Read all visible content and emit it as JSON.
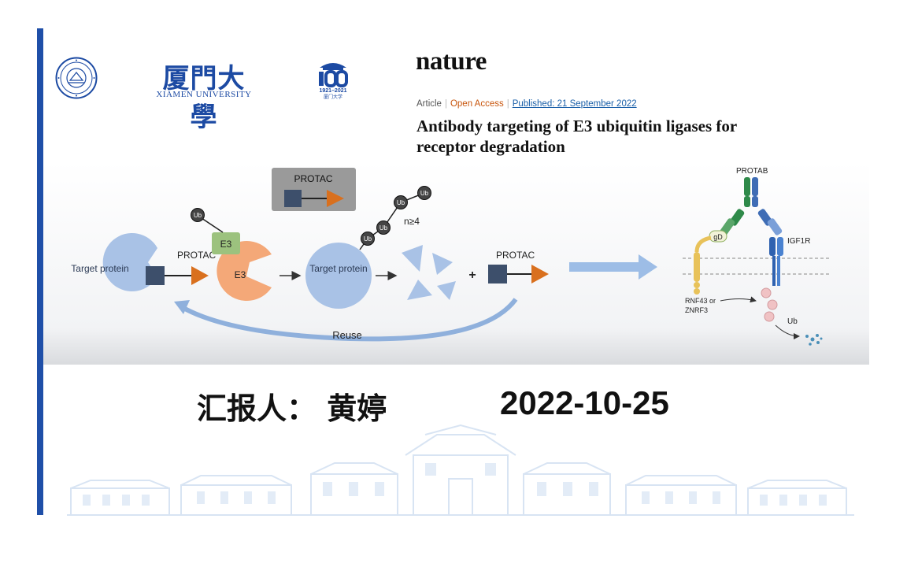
{
  "logos": {
    "xmu_name_cn": "厦門大學",
    "xmu_name_en": "XIAMEN UNIVERSITY",
    "centennial_years": "1921–2021",
    "centennial_name": "厦门大学"
  },
  "paper": {
    "journal": "nature",
    "article_type": "Article",
    "access": "Open Access",
    "published": "Published: 21 September 2022",
    "title": "Antibody targeting of E3 ubiquitin ligases for receptor degradation"
  },
  "figure": {
    "protac_box": "PROTAC",
    "target_protein": "Target protein",
    "protac": "PROTAC",
    "e3": "E3",
    "ub": "Ub",
    "n_label": "n≥4",
    "reuse": "Reuse",
    "plus": "+",
    "protab": "PROTAB",
    "gd": "gD",
    "igf1r": "IGF1R",
    "rnf43": "RNF43 or",
    "znrf3": "ZNRF3"
  },
  "footer": {
    "presenter": "汇报人：  黄婷",
    "date": "2022-10-25"
  },
  "colors": {
    "accent_bar": "#1f4fa8",
    "xmu_blue": "#1c4aa3",
    "open_access": "#c8550c",
    "link": "#1a5fa8",
    "protac_orange": "#d9701e",
    "target_blue": "#a9c2e6",
    "e3_orange": "#f4a878"
  }
}
